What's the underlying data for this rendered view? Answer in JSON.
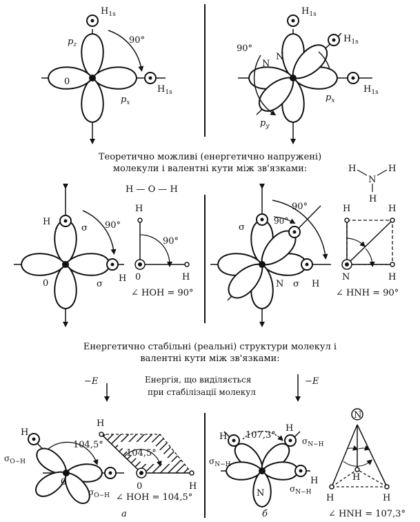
{
  "top": {
    "left": {
      "h1s_top": "H",
      "h1s_top_sub": "1s",
      "pz": "p",
      "pz_sub": "z",
      "angle": "90°",
      "o": "0",
      "px": "p",
      "px_sub": "x",
      "h1s_right": "H",
      "h1s_right_sub": "1s"
    },
    "right": {
      "h1s_top": "H",
      "h1s_top_sub": "1s",
      "h1s_mid": "H",
      "h1s_mid_sub": "1s",
      "angle": "90°",
      "n1": "N",
      "n2": "N",
      "h1s_right": "H",
      "h1s_right_sub": "1s",
      "px": "p",
      "px_sub": "x",
      "py": "p",
      "py_sub": "y"
    }
  },
  "caption1": {
    "line1": "Теоретично можливі (енергетично напружені)",
    "line2": "молекули і валентні кути між зв'язками:"
  },
  "formulas": {
    "water": "H — O — H",
    "ammonia": {
      "h1": "H",
      "n": "N",
      "h2": "H",
      "h3": "H"
    }
  },
  "middle": {
    "left": {
      "h": "H",
      "sigma1": "σ",
      "angle": "90°",
      "o": "0",
      "sigma2": "σ",
      "h2": "H",
      "schema_h": "H",
      "schema_angle": "90°",
      "schema_o": "0",
      "schema_h2": "H",
      "result": "∠ HOH = 90°"
    },
    "right": {
      "sigma1": "σ",
      "angle_outer": "90°",
      "angle_inner": "90°",
      "n": "N",
      "sigma2": "σ",
      "h": "H",
      "schema_h1": "H",
      "schema_h2": "H",
      "schema_n": "N",
      "schema_h3": "H",
      "result": "∠ HNH = 90°"
    }
  },
  "caption2": {
    "line1": "Енергетично стабільні (реальні) структури молекул і",
    "line2": "валентні кути між зв'язками:"
  },
  "energy": {
    "left": "−E",
    "right": "−E",
    "note1": "Енергія, що виділяється",
    "note2": "при стабілізації молекул"
  },
  "bottom": {
    "left": {
      "h": "H",
      "sigma_top": "σ",
      "sigma_top_sub": "O−H",
      "angle": "104,5°",
      "o": "0",
      "sigma_bottom": "σ",
      "sigma_bottom_sub": "O−H",
      "schema_h": "H",
      "schema_angle": "104,5°",
      "schema_o": "0",
      "schema_h2": "H",
      "result": "∠ HOH = 104,5°",
      "panel": "a"
    },
    "right": {
      "h1": "H",
      "h2": "H",
      "angle": "107,3°",
      "sigma1": "σ",
      "sigma1_sub": "N−H",
      "sigma2": "σ",
      "sigma2_sub": "N−H",
      "sigma3": "σ",
      "sigma3_sub": "N−H",
      "n": "N",
      "h3": "H",
      "pyr_n": "N",
      "pyr_h_center": "H",
      "pyr_h_left": "H",
      "pyr_h_right": "H",
      "result": "∠ HNH = 107,3°",
      "panel": "б"
    }
  }
}
